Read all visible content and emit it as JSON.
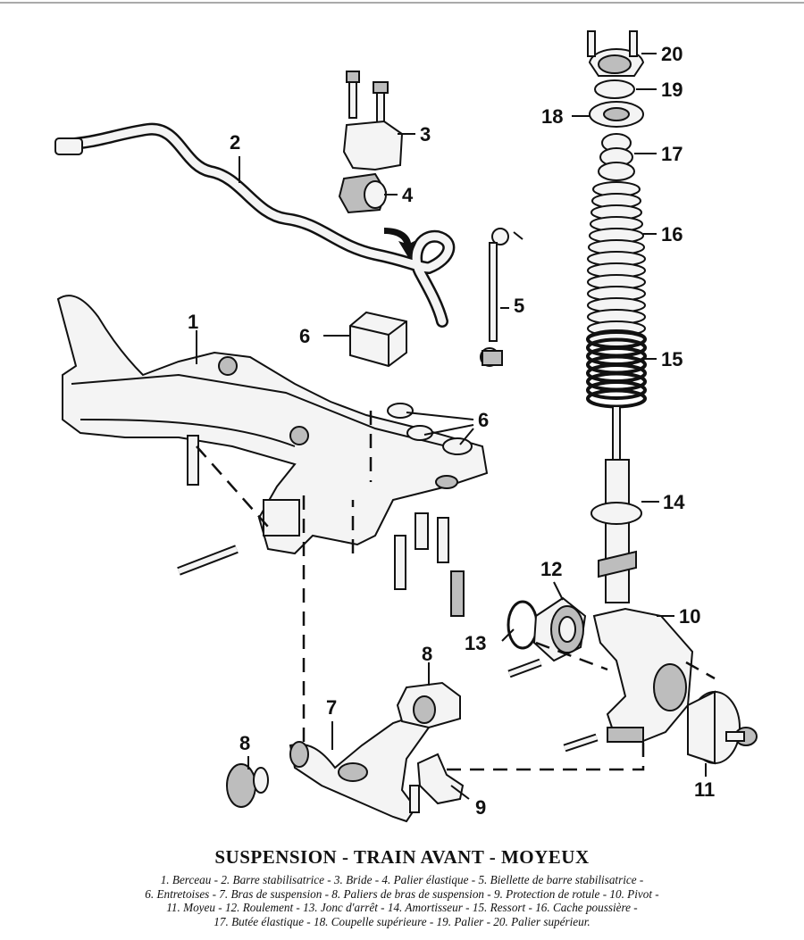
{
  "callouts": {
    "n1": "1",
    "n2": "2",
    "n3": "3",
    "n4": "4",
    "n5": "5",
    "n6a": "6",
    "n6b": "6",
    "n7": "7",
    "n8a": "8",
    "n8b": "8",
    "n9": "9",
    "n10": "10",
    "n11": "11",
    "n12": "12",
    "n13": "13",
    "n14": "14",
    "n15": "15",
    "n16": "16",
    "n17": "17",
    "n18": "18",
    "n19": "19",
    "n20": "20"
  },
  "caption": {
    "title": "SUSPENSION - TRAIN AVANT - MOYEUX",
    "lines": [
      "1. Berceau - 2. Barre stabilisatrice - 3. Bride - 4. Palier élastique - 5. Biellette de barre stabilisatrice -",
      "6. Entretoises - 7. Bras de suspension - 8. Paliers de bras de suspension - 9. Protection de rotule - 10. Pivot -",
      "11. Moyeu - 12. Roulement - 13. Jonc d'arrêt - 14. Amortisseur - 15. Ressort - 16. Cache poussière -",
      "17. Butée élastique - 18. Coupelle supérieure - 19. Palier - 20. Palier supérieur."
    ]
  }
}
